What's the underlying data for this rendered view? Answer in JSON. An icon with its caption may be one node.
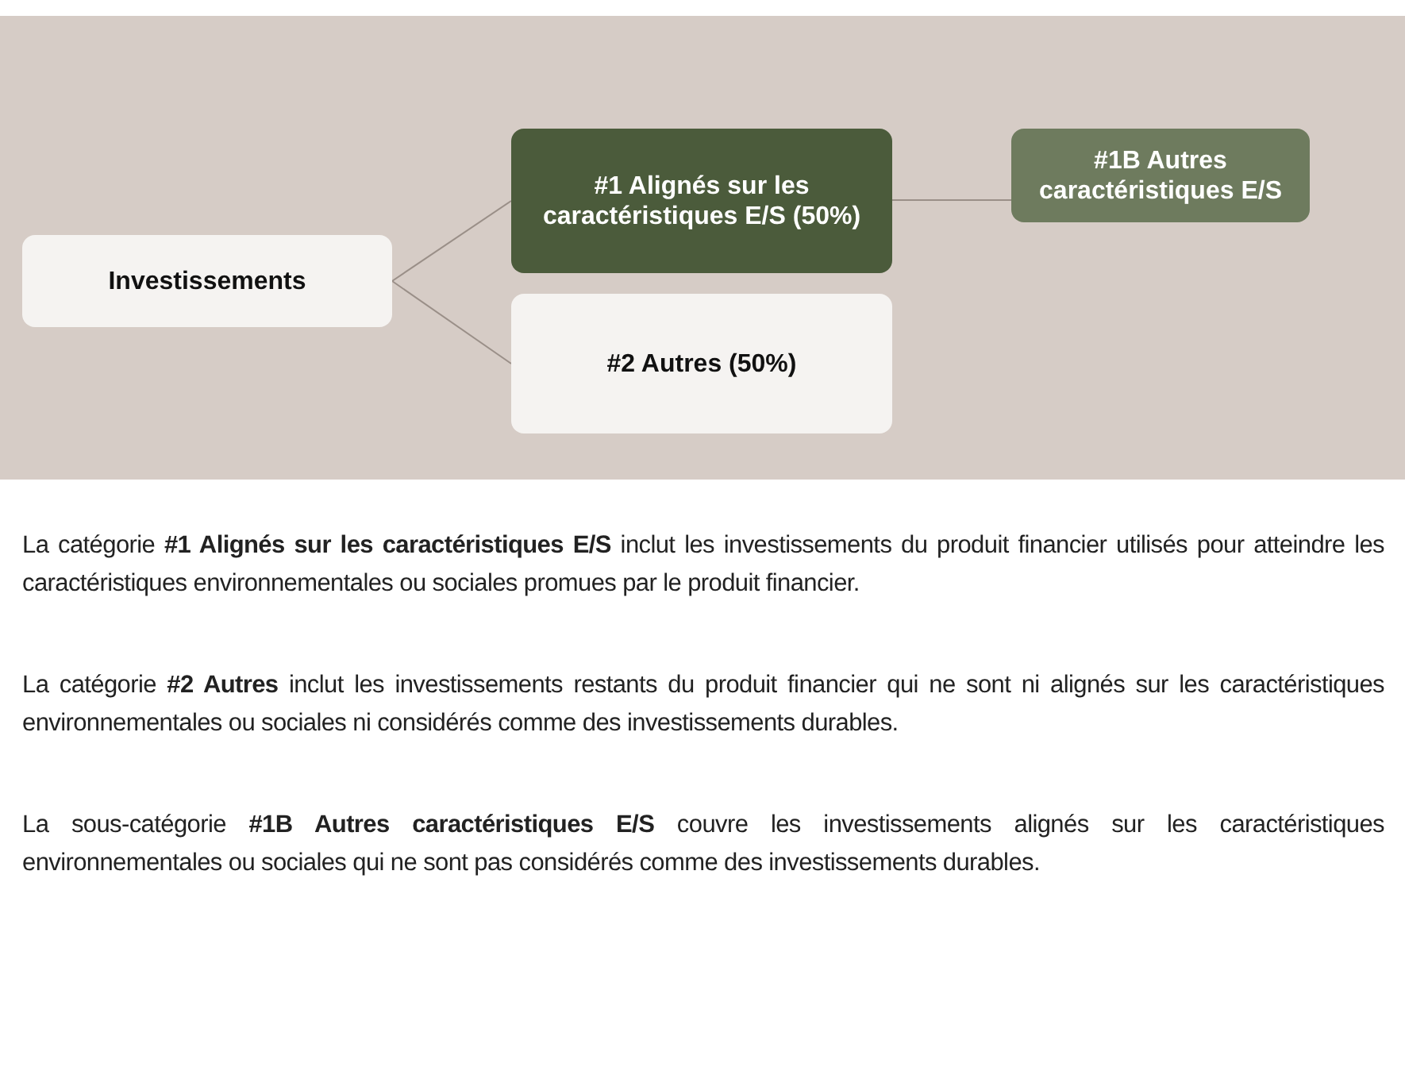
{
  "diagram": {
    "nodes": [
      {
        "text": [
          "Investissements"
        ]
      },
      {
        "text": [
          "#1 Alignés sur les caractéristiques E/S (50%)"
        ]
      },
      {
        "text": [
          "#1B Autres caractéristiques E/S"
        ]
      },
      {
        "text": [
          "#2 Autres (50%)"
        ]
      }
    ],
    "edges": [
      {
        "from": 0,
        "to": 1,
        "arrow": "none"
      },
      {
        "from": 1,
        "to": 2,
        "arrow": "none"
      },
      {
        "from": 0,
        "to": 3,
        "arrow": "none"
      }
    ],
    "labels": [
      "La catégorie **#1 Alignés sur les caractéristiques E/S** inclut les investissements du produit financier utilisés pour atteindre les caractéristiques environnementales ou sociales promues par le produit financier.",
      "La catégorie **#2 Autres** inclut les investissements restants du produit financier qui ne sont ni alignés sur les caractéristiques environnementales ou sociales ni considérés comme des investissements durables.",
      "La sous-catégorie **#1B Autres caractéristiques E/S** couvre les investissements alignés sur les caractéristiques environnementales ou sociales qui ne sont pas considérés comme des investissements durables."
    ]
  }
}
